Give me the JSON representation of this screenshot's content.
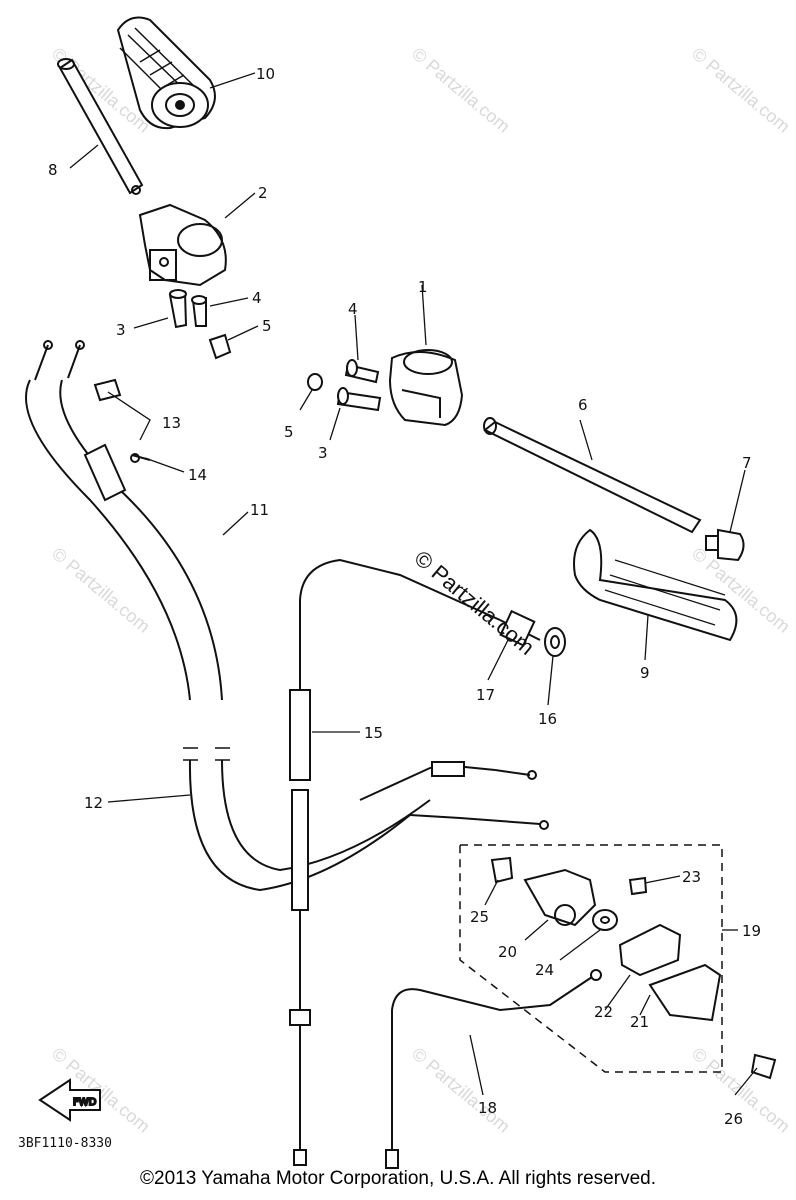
{
  "watermark": "© Partzilla.com",
  "center_watermark": "© Partzilla.com",
  "diagram_code": "3BF1110-8330",
  "fwd_label": "FWD",
  "copyright": "©2013 Yamaha Motor Corporation, U.S.A. All rights reserved.",
  "callouts": {
    "c1": "1",
    "c2": "2",
    "c3a": "3",
    "c3b": "3",
    "c4a": "4",
    "c4b": "4",
    "c5a": "5",
    "c5b": "5",
    "c6": "6",
    "c7": "7",
    "c8": "8",
    "c9": "9",
    "c10": "10",
    "c11": "11",
    "c12": "12",
    "c13": "13",
    "c14": "14",
    "c15": "15",
    "c16": "16",
    "c17": "17",
    "c18": "18",
    "c19": "19",
    "c20": "20",
    "c21": "21",
    "c22": "22",
    "c23": "23",
    "c24": "24",
    "c25": "25",
    "c26": "26"
  }
}
